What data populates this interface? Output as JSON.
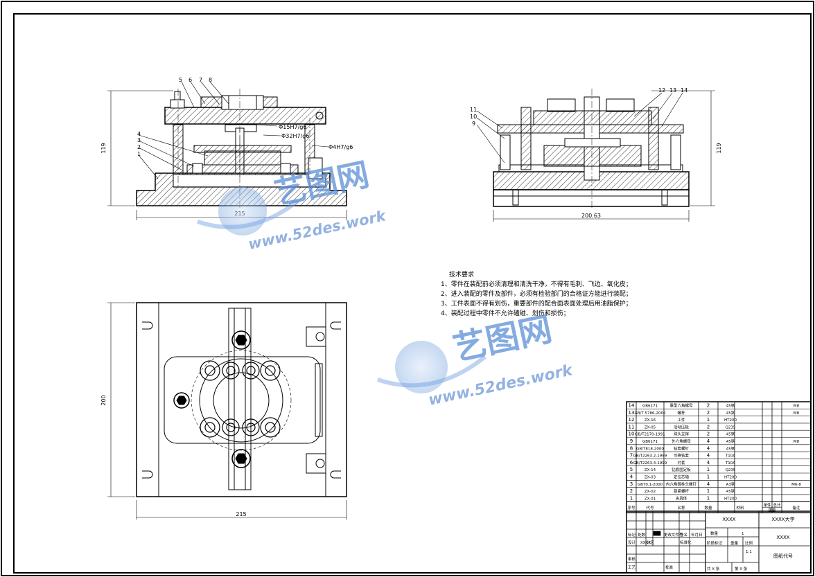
{
  "dimensions": {
    "front_width": "215",
    "front_height": "119",
    "side_width": "200.63",
    "side_height": "119",
    "top_width": "215",
    "top_height": "200"
  },
  "fits": {
    "fit_a": "Φ15H7/g6",
    "fit_b": "Φ32H7/g6",
    "fit_c": "Φ4H7/g6"
  },
  "front_leaders": [
    "5",
    "6",
    "7",
    "8",
    "4",
    "3",
    "2",
    "1"
  ],
  "side_leaders_left": [
    "11",
    "10",
    "9"
  ],
  "side_leaders_right": [
    "12",
    "13",
    "14"
  ],
  "technical_requirements": {
    "title": "技术要求",
    "items": [
      "1、零件在装配前必须清理和清洗干净，不得有毛刺、飞边、氧化皮；",
      "2、进入装配的零件及部件，必须有检验部门的合格证方能进行装配；",
      "3、工件表面不得有划伤，重要部件的配合面表面处理后用油脂保护；",
      "4、装配过程中零件不允许磕碰、划伤和损伤；"
    ]
  },
  "bom": {
    "rows": [
      {
        "no": "14",
        "code": "GB6171",
        "name": "重型六角螺母",
        "qty": "2",
        "material": "45钢",
        "note": "M8"
      },
      {
        "no": "13",
        "code": "GB/T 5786-2000",
        "name": "螺杆",
        "qty": "2",
        "material": "45钢",
        "note": "M8"
      },
      {
        "no": "12",
        "code": "ZX-16",
        "name": "工件",
        "qty": "1",
        "material": "HT200",
        "note": ""
      },
      {
        "no": "11",
        "code": "ZX-05",
        "name": "活动压板",
        "qty": "2",
        "material": "Q235",
        "note": ""
      },
      {
        "no": "10",
        "code": "GB/T2170-1991",
        "name": "球头支撑",
        "qty": "2",
        "material": "45钢",
        "note": ""
      },
      {
        "no": "9",
        "code": "GB6171",
        "name": "外六角螺母",
        "qty": "4",
        "material": "45钢",
        "note": "M8"
      },
      {
        "no": "8",
        "code": "GB/T818-2000",
        "name": "钻套螺钉",
        "qty": "4",
        "material": "45钢",
        "note": ""
      },
      {
        "no": "7",
        "code": "GB/T2263.2-1999",
        "name": "可换钻套",
        "qty": "4",
        "material": "T10A",
        "note": ""
      },
      {
        "no": "6",
        "code": "GB/T2263.4-1999",
        "name": "衬套",
        "qty": "4",
        "material": "T10A",
        "note": ""
      },
      {
        "no": "5",
        "code": "ZX-14",
        "name": "钻套固定板",
        "qty": "1",
        "material": "Q235",
        "note": ""
      },
      {
        "no": "4",
        "code": "ZX-03",
        "name": "定位芯轴",
        "qty": "1",
        "material": "HT200",
        "note": ""
      },
      {
        "no": "3",
        "code": "GB70.1-2000",
        "name": "内六角圆柱头螺钉",
        "qty": "4",
        "material": "A3钢",
        "note": "M6-8"
      },
      {
        "no": "2",
        "code": "ZX-02",
        "name": "锁紧螺杆",
        "qty": "1",
        "material": "45钢",
        "note": ""
      },
      {
        "no": "1",
        "code": "ZX-01",
        "name": "夹具体",
        "qty": "1",
        "material": "HT200",
        "note": ""
      }
    ],
    "header": {
      "no": "序号",
      "code": "代号",
      "name": "名称",
      "qty": "数量",
      "material": "材料",
      "single": "单件",
      "total": "总计",
      "weight": "重量",
      "note": "备注"
    }
  },
  "title_block": {
    "drawing_name": "XXXX",
    "school": "XXXX大学",
    "drawing_no": "XXXX",
    "quantity_label": "数量",
    "quantity_value": "1",
    "stage_label": "阶段标记",
    "weight_label": "重量",
    "scale_label": "比例",
    "scale_value": "1:1",
    "sheets_total": "共 X 张",
    "sheet_no": "第 X 张",
    "drawing_code_label": "图纸代号",
    "mark_label": "标记",
    "count_label": "处数",
    "zone_label": "分区",
    "change_doc_label": "更改文件号",
    "sign_label": "签名",
    "date_label": "年月日",
    "design_label": "设计",
    "designer": "XXXX",
    "standard_label": "标准化",
    "review_label": "审核",
    "process_label": "工艺",
    "approve_label": "批准"
  },
  "watermark": {
    "brand": "艺图网",
    "url": "www.52des.work"
  }
}
